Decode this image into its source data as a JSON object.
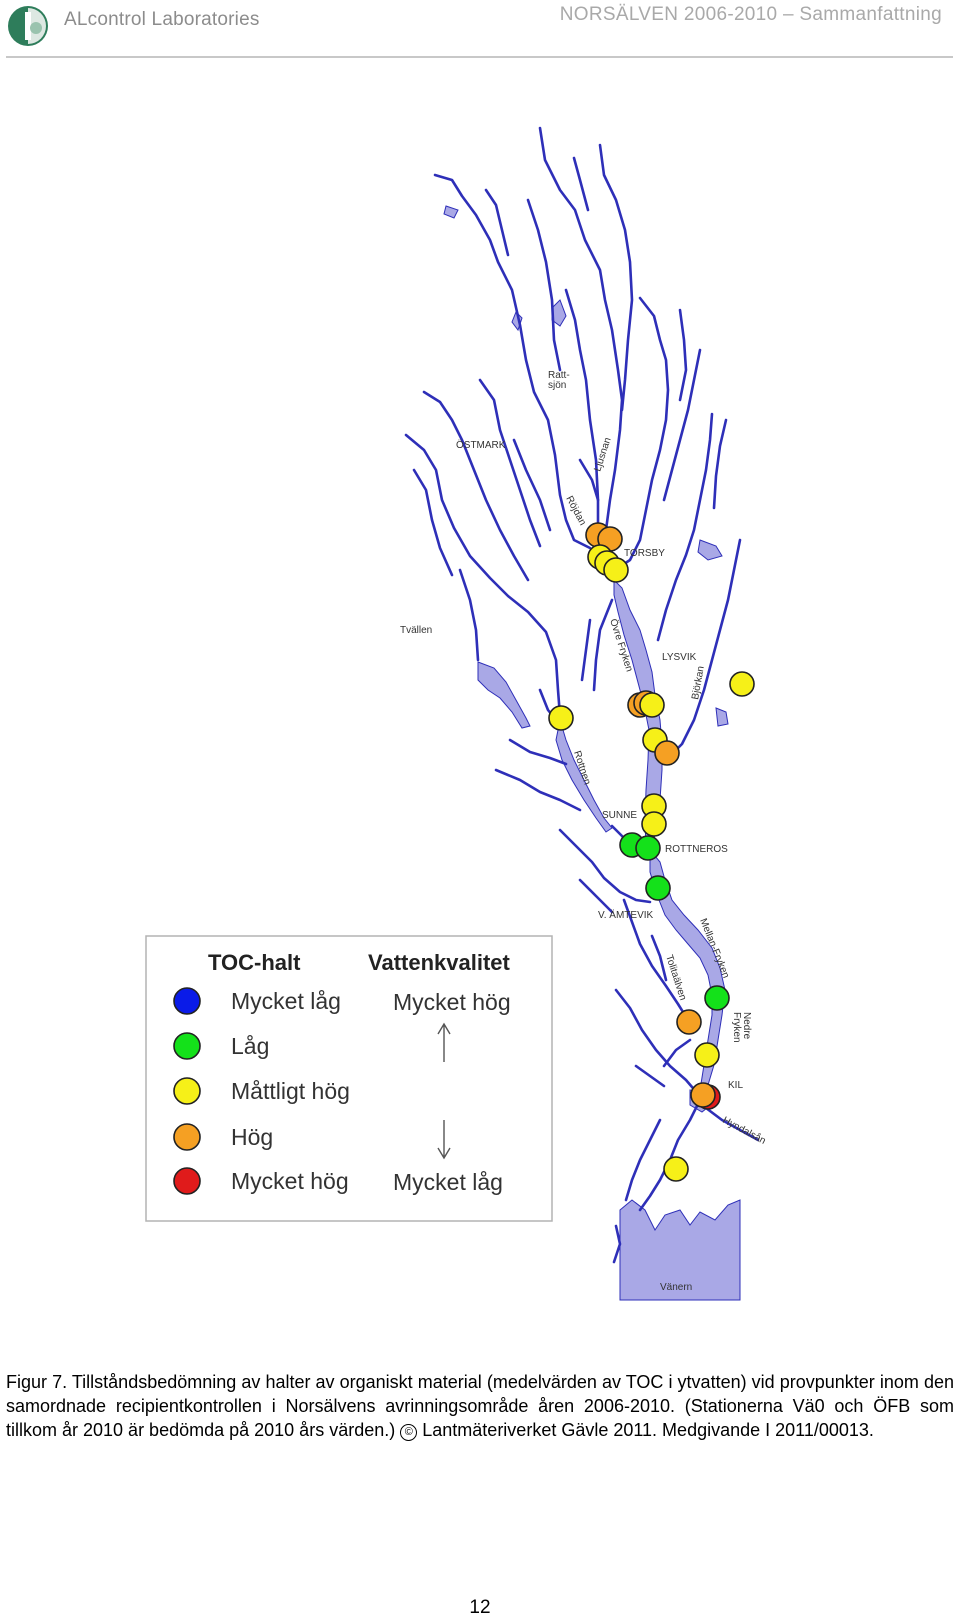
{
  "header": {
    "brand": "ALcontrol Laboratories",
    "doc_title": "NORSÄLVEN 2006-2010 – Sammanfattning"
  },
  "map": {
    "colors": {
      "river": "#2e2fb8",
      "lake": "#a9a8e6",
      "mycket_lag": "#0a1be8",
      "lag": "#14e11a",
      "mattligt_hog": "#f6f018",
      "hog": "#f5a023",
      "mycket_hog": "#e01b1b"
    },
    "place_labels": {
      "rattsjon": "Ratt-\nsjön",
      "ostmark": "ÖSTMARK",
      "ljusnan": "Ljusnan",
      "rojdan": "Röjdan",
      "torsby": "TORSBY",
      "tvallen": "Tvällen",
      "ovre_fryken": "Övre Fryken",
      "lysvik": "LYSVIK",
      "bjorkan": "Björkan",
      "rottnen": "Rottnen",
      "sunne": "SUNNE",
      "rottneros": "ROTTNEROS",
      "v_amtevik": "V. ÄMTEVIK",
      "mellan_fryken": "Mellan-Fryken",
      "tolitaalven": "Tolitaälven",
      "nedre_fryken": "Nedre\nFryken",
      "kil": "KIL",
      "hyndalsan": "Hyndalsån",
      "vanern": "Vänern"
    },
    "stations": [
      {
        "level": "hog"
      },
      {
        "level": "hog"
      },
      {
        "level": "mattligt_hog"
      },
      {
        "level": "mattligt_hog"
      },
      {
        "level": "mattligt_hog"
      },
      {
        "level": "hog"
      },
      {
        "level": "hog"
      },
      {
        "level": "mattligt_hog"
      },
      {
        "level": "mattligt_hog"
      },
      {
        "level": "hog"
      },
      {
        "level": "mattligt_hog"
      },
      {
        "level": "mattligt_hog"
      },
      {
        "level": "mattligt_hog"
      },
      {
        "level": "mattligt_hog"
      },
      {
        "level": "lag"
      },
      {
        "level": "lag"
      },
      {
        "level": "lag"
      },
      {
        "level": "lag"
      },
      {
        "level": "hog"
      },
      {
        "level": "mattligt_hog"
      },
      {
        "level": "mycket_hog"
      },
      {
        "level": "hog"
      },
      {
        "level": "mattligt_hog"
      }
    ]
  },
  "legend": {
    "col1_title": "TOC-halt",
    "col2_title": "Vattenkvalitet",
    "items": [
      {
        "toc": "Mycket låg",
        "quality": "Mycket hög",
        "color": "#0a1be8"
      },
      {
        "toc": "Låg",
        "quality": "",
        "color": "#14e11a"
      },
      {
        "toc": "Måttligt hög",
        "quality": "",
        "color": "#f6f018"
      },
      {
        "toc": "Hög",
        "quality": "",
        "color": "#f5a023"
      },
      {
        "toc": "Mycket hög",
        "quality": "Mycket låg",
        "color": "#e01b1b"
      }
    ]
  },
  "caption": {
    "text": "Figur 7. Tillståndsbedömning av halter av organiskt material (medelvärden av TOC i ytvatten) vid provpunkter inom den samordnade recipientkontrollen i Norsälvens avrinningsområde åren 2006-2010. (Stationerna Vä0 och ÖFB som tillkom år 2010 är bedömda på 2010 års värden.)",
    "copyright_symbol": "©",
    "copyright_text": "Lantmäteriverket Gävle 2011. Medgivande I 2011/00013."
  },
  "page_number": "12"
}
